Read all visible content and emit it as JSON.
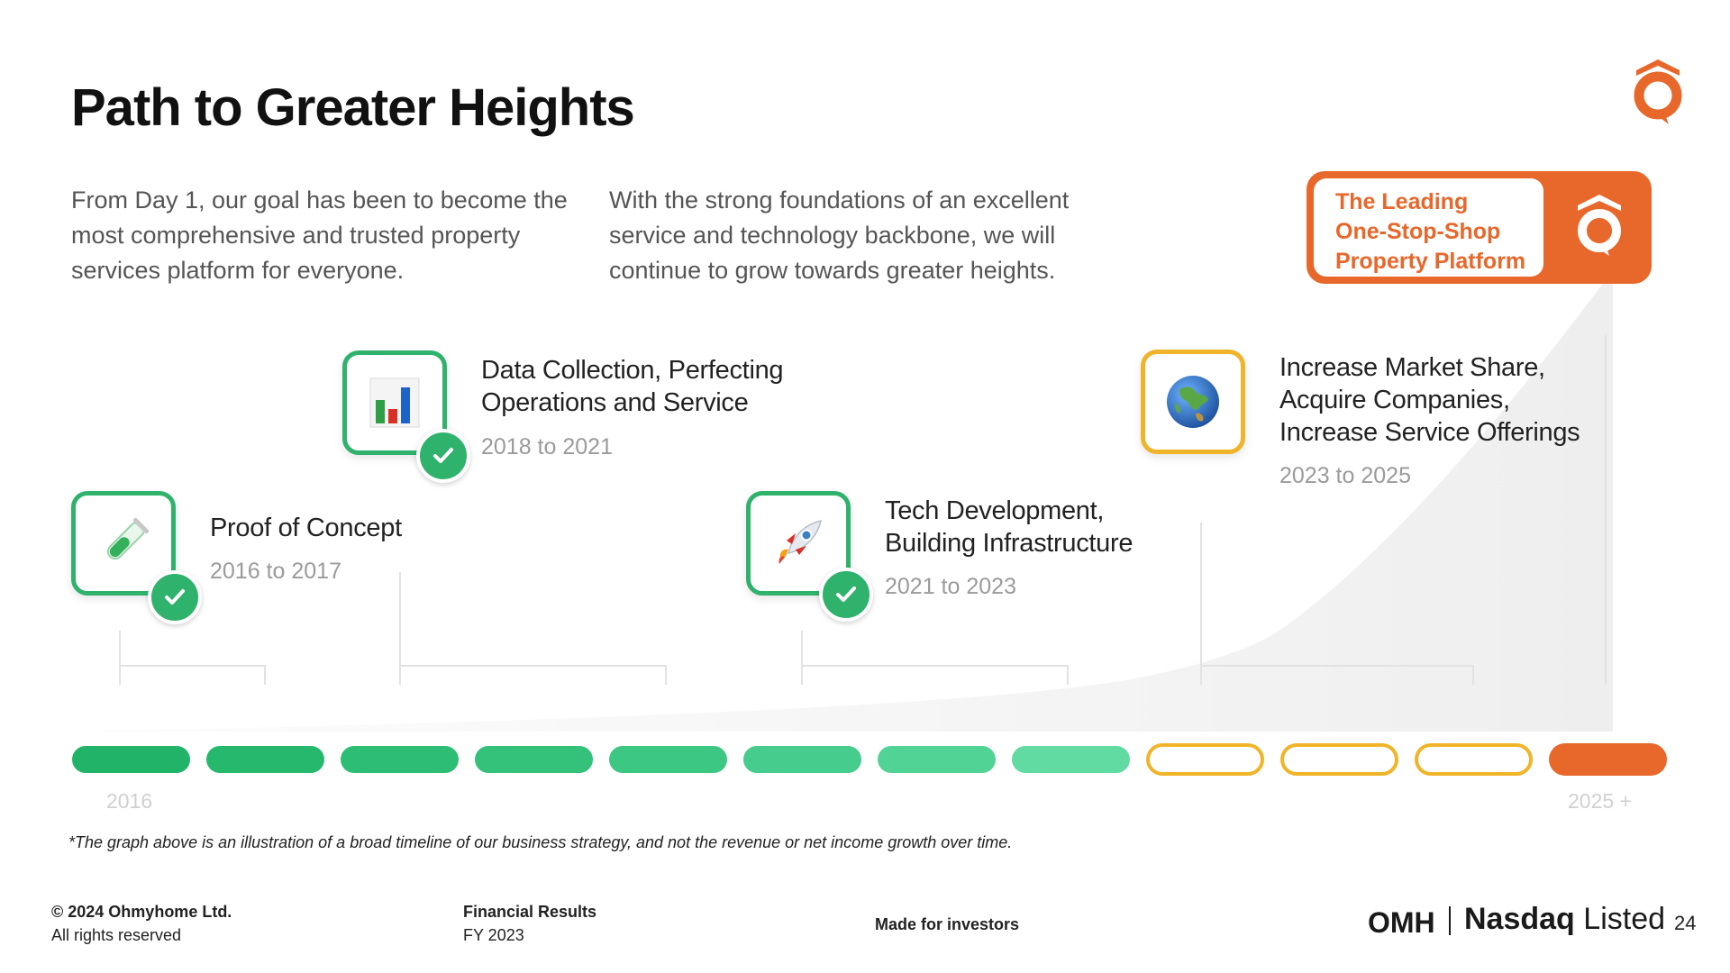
{
  "title": "Path to Greater Heights",
  "intro": {
    "left": "From Day 1, our goal has been to become the most comprehensive and trusted property services platform for everyone.",
    "right": "With the strong foundations of an excellent service and technology backbone, we will continue to grow towards greater heights."
  },
  "leading_card": {
    "line1": "The Leading",
    "line2": "One-Stop-Shop",
    "line3": "Property Platform"
  },
  "milestones": [
    {
      "title_line1": "Proof of Concept",
      "title_line2": "",
      "title_line3": "",
      "period": "2016 to 2017",
      "icon": "test-tube-icon",
      "status": "completed"
    },
    {
      "title_line1": "Data Collection, Perfecting",
      "title_line2": "Operations and Service",
      "title_line3": "",
      "period": "2018 to 2021",
      "icon": "bar-chart-icon",
      "status": "completed"
    },
    {
      "title_line1": "Tech Development,",
      "title_line2": "Building Infrastructure",
      "title_line3": "",
      "period": "2021 to 2023",
      "icon": "rocket-icon",
      "status": "completed"
    },
    {
      "title_line1": "Increase Market Share,",
      "title_line2": "Acquire Companies,",
      "title_line3": "Increase Service Offerings",
      "period": "2023 to 2025",
      "icon": "globe-icon",
      "status": "upcoming"
    }
  ],
  "timeline": {
    "start_label": "2016",
    "end_label": "2025 +",
    "segments": [
      {
        "color": "#21b468",
        "style": "filled"
      },
      {
        "color": "#26b86d",
        "style": "filled"
      },
      {
        "color": "#2dbd74",
        "style": "filled"
      },
      {
        "color": "#34c27b",
        "style": "filled"
      },
      {
        "color": "#3cc783",
        "style": "filled"
      },
      {
        "color": "#46cc8c",
        "style": "filled"
      },
      {
        "color": "#52d396",
        "style": "filled"
      },
      {
        "color": "#62dba3",
        "style": "filled"
      },
      {
        "color": "#f0b429",
        "style": "outline"
      },
      {
        "color": "#f0b429",
        "style": "outline"
      },
      {
        "color": "#f0b429",
        "style": "outline"
      },
      {
        "color": "#e8672a",
        "style": "filled"
      }
    ]
  },
  "footnote": "*The graph above is an illustration of a broad timeline of our business strategy, and not the revenue or net income growth over time.",
  "footer": {
    "copyright": "© 2024 Ohmyhome Ltd.",
    "rights": "All rights reserved",
    "report": "Financial Results",
    "period": "FY 2023",
    "tagline": "Made for investors",
    "ticker": "OMH",
    "exchange_bold": "Nasdaq",
    "exchange_rest": "Listed",
    "page": "24"
  },
  "colors": {
    "brand_orange": "#e8672a",
    "green": "#2fb26c",
    "gold": "#f0b429"
  }
}
